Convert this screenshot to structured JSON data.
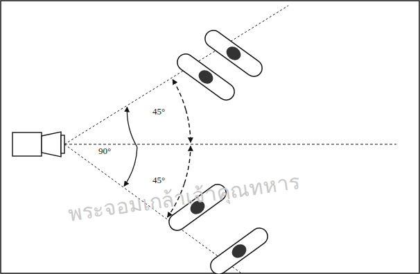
{
  "diagram": {
    "labels": [
      "90°",
      "45°",
      "45°",
      "พระจอมเกล้าเจ้าคุณทหาร"
    ]
  }
}
